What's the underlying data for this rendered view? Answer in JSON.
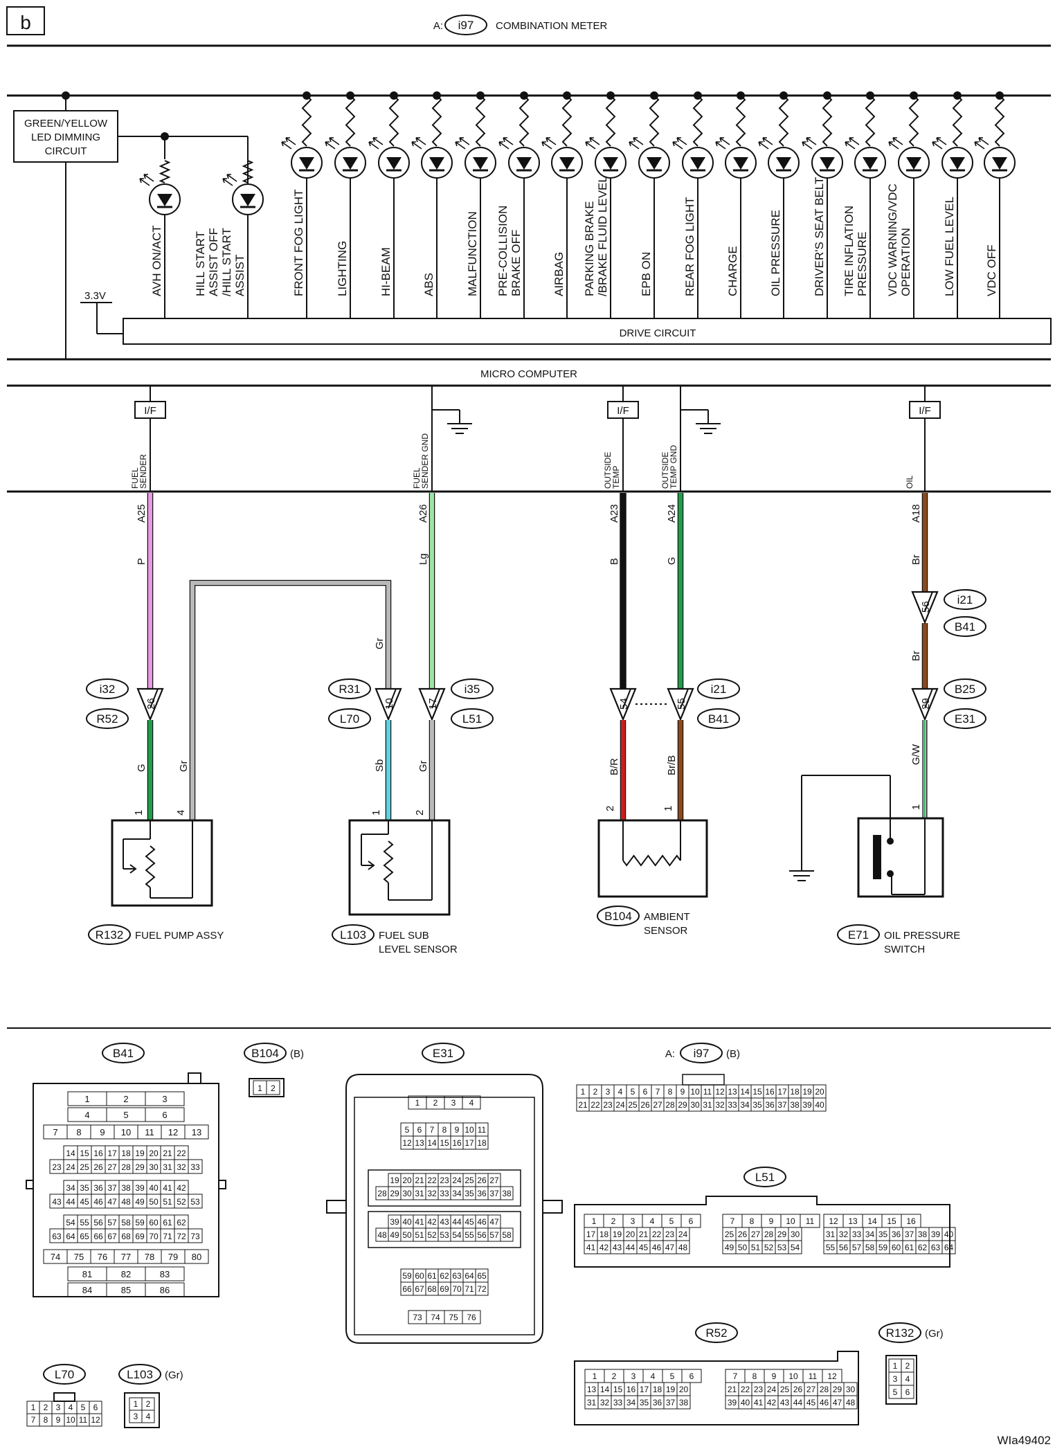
{
  "page_tag": "b",
  "header": {
    "prefix": "A:",
    "connector": "i97",
    "title": "COMBINATION METER"
  },
  "dimming_block": [
    "GREEN/YELLOW",
    "LED DIMMING",
    "CIRCUIT"
  ],
  "voltage_label": "3.3V",
  "drive_circuit_label": "DRIVE CIRCUIT",
  "micro_computer_label": "MICRO COMPUTER",
  "interface_label": "I/F",
  "dimming_leds": [
    {
      "lines": [
        "AVH ON/ACT"
      ]
    },
    {
      "lines": [
        "HILL START",
        "ASSIST OFF",
        "/HILL START",
        "ASSIST"
      ]
    }
  ],
  "indicator_leds": [
    {
      "lines": [
        "FRONT FOG LIGHT"
      ]
    },
    {
      "lines": [
        "LIGHTING"
      ]
    },
    {
      "lines": [
        "HI-BEAM"
      ]
    },
    {
      "lines": [
        "ABS"
      ]
    },
    {
      "lines": [
        "MALFUNCTION"
      ]
    },
    {
      "lines": [
        "PRE-COLLISION",
        "BRAKE OFF"
      ]
    },
    {
      "lines": [
        "AIRBAG"
      ]
    },
    {
      "lines": [
        "PARKING BRAKE",
        "/BRAKE FLUID LEVEL"
      ]
    },
    {
      "lines": [
        "EPB ON"
      ]
    },
    {
      "lines": [
        "REAR FOG LIGHT"
      ]
    },
    {
      "lines": [
        "CHARGE"
      ]
    },
    {
      "lines": [
        "OIL PRESSURE"
      ]
    },
    {
      "lines": [
        "DRIVER'S SEAT BELT"
      ]
    },
    {
      "lines": [
        "TIRE INFLATION",
        "PRESSURE"
      ]
    },
    {
      "lines": [
        "VDC WARNING/VDC",
        "OPERATION"
      ]
    },
    {
      "lines": [
        "LOW FUEL LEVEL"
      ]
    },
    {
      "lines": [
        "VDC OFF"
      ]
    }
  ],
  "signal_lines": [
    {
      "label": [
        "FUEL",
        "SENDER"
      ],
      "pin": "A25",
      "color_code": "P",
      "wire_color": "#e59be0"
    },
    {
      "label": [
        "FUEL",
        "SENDER GND"
      ],
      "pin": "A26",
      "color_code": "Lg",
      "wire_color": "#9be6a3"
    },
    {
      "label": [
        "OUTSIDE",
        "TEMP"
      ],
      "pin": "A23",
      "color_code": "B",
      "wire_color": "#111111"
    },
    {
      "label": [
        "OUTSIDE",
        "TEMP GND"
      ],
      "pin": "A24",
      "color_code": "G",
      "wire_color": "#1f9e4a"
    },
    {
      "label": [
        "OIL"
      ],
      "pin": "A18",
      "color_code": "Br",
      "wire_color": "#8b4a1c"
    }
  ],
  "junctions": [
    {
      "pin": "26",
      "tags": [
        "i32",
        "R52"
      ]
    },
    {
      "pin": "10",
      "tags": [
        "R31",
        "L70"
      ]
    },
    {
      "pin": "17",
      "tags": [
        "i35",
        "L51"
      ]
    },
    {
      "pin": "54",
      "tags": []
    },
    {
      "pin": "55",
      "tags": [
        "i21",
        "B41"
      ]
    },
    {
      "pin": "56",
      "tags": [
        "i21",
        "B41"
      ]
    },
    {
      "pin": "29",
      "tags": [
        "B25",
        "E31"
      ]
    }
  ],
  "wire_codes": {
    "fuel_pump_g": "G",
    "fuel_pump_gr": "Gr",
    "gr_loop": "Gr",
    "sub_sb": "Sb",
    "sub_gr": "Gr",
    "ambient_br_r": "B/R",
    "ambient_br_b": "Br/B",
    "oil_br": "Br",
    "oil_gw": "G/W"
  },
  "wire_colors": {
    "G": "#1f9e4a",
    "Gr": "#b9b9b9",
    "Sb": "#5fd2e0",
    "BR": "#c81e1e",
    "BrB": "#8b4a1c",
    "GW": "#1f9e4a"
  },
  "component_pins": {
    "fuel_pump": [
      "1",
      "4"
    ],
    "sub_sensor": [
      "1",
      "2"
    ],
    "ambient": [
      "2",
      "1"
    ],
    "oil_switch": [
      "1"
    ]
  },
  "components": [
    {
      "code": "R132",
      "name": [
        "FUEL PUMP ASSY"
      ]
    },
    {
      "code": "L103",
      "name": [
        "FUEL SUB",
        "LEVEL SENSOR"
      ]
    },
    {
      "code": "B104",
      "name": [
        "AMBIENT",
        "SENSOR"
      ]
    },
    {
      "code": "E71",
      "name": [
        "OIL PRESSURE",
        "SWITCH"
      ]
    }
  ],
  "connector_faces": {
    "B41": {
      "label": "B41",
      "rows": [
        [
          "1",
          "2",
          "3"
        ],
        [
          "4",
          "5",
          "6"
        ],
        [
          "7",
          "8",
          "9",
          "10",
          "11",
          "12",
          "13"
        ],
        [
          "14",
          "15",
          "16",
          "17",
          "18",
          "19",
          "20",
          "21",
          "22"
        ],
        [
          "23",
          "24",
          "25",
          "26",
          "27",
          "28",
          "29",
          "30",
          "31",
          "32",
          "33"
        ],
        [
          "34",
          "35",
          "36",
          "37",
          "38",
          "39",
          "40",
          "41",
          "42"
        ],
        [
          "43",
          "44",
          "45",
          "46",
          "47",
          "48",
          "49",
          "50",
          "51",
          "52",
          "53"
        ],
        [
          "54",
          "55",
          "56",
          "57",
          "58",
          "59",
          "60",
          "61",
          "62"
        ],
        [
          "63",
          "64",
          "65",
          "66",
          "67",
          "68",
          "69",
          "70",
          "71",
          "72",
          "73"
        ],
        [
          "74",
          "75",
          "76",
          "77",
          "78",
          "79",
          "80"
        ],
        [
          "81",
          "82",
          "83"
        ],
        [
          "84",
          "85",
          "86"
        ]
      ]
    },
    "B104": {
      "label": "B104",
      "suffix": "(B)",
      "rows": [
        [
          "1",
          "2"
        ]
      ]
    },
    "E31": {
      "label": "E31",
      "rows": [
        [
          "1",
          "2",
          "3",
          "4"
        ],
        [
          "5",
          "6",
          "7",
          "8",
          "9",
          "10",
          "11"
        ],
        [
          "12",
          "13",
          "14",
          "15",
          "16",
          "17",
          "18"
        ],
        [
          "19",
          "20",
          "21",
          "22",
          "23",
          "24",
          "25",
          "26",
          "27"
        ],
        [
          "28",
          "29",
          "30",
          "31",
          "32",
          "33",
          "34",
          "35",
          "36",
          "37",
          "38"
        ],
        [
          "39",
          "40",
          "41",
          "42",
          "43",
          "44",
          "45",
          "46",
          "47"
        ],
        [
          "48",
          "49",
          "50",
          "51",
          "52",
          "53",
          "54",
          "55",
          "56",
          "57",
          "58"
        ],
        [
          "59",
          "60",
          "61",
          "62",
          "63",
          "64",
          "65"
        ],
        [
          "66",
          "67",
          "68",
          "69",
          "70",
          "71",
          "72"
        ],
        [
          "73",
          "74",
          "75",
          "76"
        ]
      ]
    },
    "i97": {
      "prefix": "A:",
      "label": "i97",
      "suffix": "(B)",
      "rows": [
        [
          "1",
          "2",
          "3",
          "4",
          "5",
          "6",
          "7",
          "8",
          "9",
          "10",
          "11",
          "12",
          "13",
          "14",
          "15",
          "16",
          "17",
          "18",
          "19",
          "20"
        ],
        [
          "21",
          "22",
          "23",
          "24",
          "25",
          "26",
          "27",
          "28",
          "29",
          "30",
          "31",
          "32",
          "33",
          "34",
          "35",
          "36",
          "37",
          "38",
          "39",
          "40"
        ]
      ]
    },
    "L51": {
      "label": "L51",
      "rows": [
        [
          "1",
          "2",
          "3",
          "4",
          "5",
          "6",
          "7",
          "8",
          "9",
          "10",
          "11",
          "12",
          "13",
          "14",
          "15",
          "16"
        ],
        [
          "17",
          "18",
          "19",
          "20",
          "21",
          "22",
          "23",
          "24",
          "25",
          "26",
          "27",
          "28",
          "29",
          "30",
          "31",
          "32",
          "33",
          "34",
          "35",
          "36",
          "37",
          "38",
          "39",
          "40"
        ],
        [
          "41",
          "42",
          "43",
          "44",
          "45",
          "46",
          "47",
          "48",
          "49",
          "50",
          "51",
          "52",
          "53",
          "54",
          "55",
          "56",
          "57",
          "58",
          "59",
          "60",
          "61",
          "62",
          "63",
          "64"
        ]
      ]
    },
    "R52": {
      "label": "R52",
      "rows": [
        [
          "1",
          "2",
          "3",
          "4",
          "5",
          "6",
          "7",
          "8",
          "9",
          "10",
          "11",
          "12"
        ],
        [
          "13",
          "14",
          "15",
          "16",
          "17",
          "18",
          "19",
          "20",
          "21",
          "22",
          "23",
          "24",
          "25",
          "26",
          "27",
          "28",
          "29",
          "30"
        ],
        [
          "31",
          "32",
          "33",
          "34",
          "35",
          "36",
          "37",
          "38",
          "39",
          "40",
          "41",
          "42",
          "43",
          "44",
          "45",
          "46",
          "47",
          "48"
        ]
      ]
    },
    "R132": {
      "label": "R132",
      "suffix": "(Gr)",
      "rows": [
        [
          "1",
          "2"
        ],
        [
          "3",
          "4"
        ],
        [
          "5",
          "6"
        ]
      ]
    },
    "L70": {
      "label": "L70",
      "rows": [
        [
          "1",
          "2",
          "3",
          "4",
          "5",
          "6"
        ],
        [
          "7",
          "8",
          "9",
          "10",
          "11",
          "12"
        ]
      ]
    },
    "L103": {
      "label": "L103",
      "suffix": "(Gr)",
      "rows": [
        [
          "1",
          "2"
        ],
        [
          "3",
          "4"
        ]
      ]
    }
  },
  "figure_id": "WIa49402"
}
